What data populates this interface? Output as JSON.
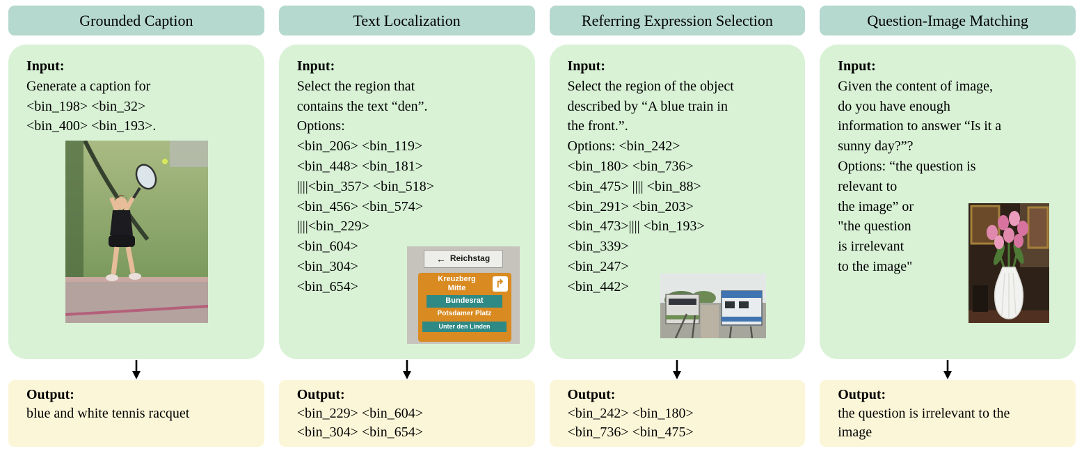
{
  "colors": {
    "header_bg": "#b5d8cf",
    "input_bg": "#d9f2d6",
    "output_bg": "#fcf6d8",
    "sign_orange": "#d98a20",
    "sign_teal": "#2f8a85"
  },
  "icons": {
    "left_arrow": "←",
    "turn_right_arrow": "↱"
  },
  "figure": {
    "columns": [
      {
        "title": "Grounded Caption",
        "input_label": "Input:",
        "input_text": "Generate a caption for\n<bin_198> <bin_32>\n<bin_400> <bin_193>.",
        "output_label": "Output:",
        "output_text": "blue and white tennis racquet",
        "image_alt": "woman in black outfit swinging a tennis racquet on a court"
      },
      {
        "title": "Text Localization",
        "input_label": "Input:",
        "input_text": "Select the region that\ncontains the text “den”.\nOptions:\n<bin_206> <bin_119>\n<bin_448> <bin_181>\n||||<bin_357> <bin_518>\n<bin_456> <bin_574>\n||||<bin_229>\n<bin_604>\n<bin_304>\n<bin_654>",
        "output_label": "Output:",
        "output_text": "<bin_229> <bin_604>\n<bin_304> <bin_654>",
        "image_alt": "street direction signs",
        "sign": {
          "reichstag": "Reichstag",
          "kreuzberg": "Kreuzberg",
          "mitte": "Mitte",
          "bundesrat": "Bundesrat",
          "potsdamer_platz": "Potsdamer Platz",
          "unter_den_linden": "Unter den Linden"
        }
      },
      {
        "title": "Referring Expression Selection",
        "input_label": "Input:",
        "input_text": "Select the region of the object\ndescribed by “A blue train in\nthe front.”.\nOptions: <bin_242>\n<bin_180> <bin_736>\n<bin_475> |||| <bin_88>\n<bin_291> <bin_203>\n<bin_473>|||| <bin_193>\n<bin_339>\n<bin_247>\n<bin_442>",
        "output_label": "Output:",
        "output_text": "<bin_242> <bin_180>\n<bin_736> <bin_475>",
        "image_alt": "trains at a railway station"
      },
      {
        "title": "Question-Image Matching",
        "input_label": "Input:",
        "input_text": "Given the content of image,\ndo you have enough\ninformation to answer “Is it a\nsunny day?”?\nOptions: “the question is\nrelevant to\nthe image” or\n\"the question\nis irrelevant\nto the image\"",
        "output_label": "Output:",
        "output_text": "the question is irrelevant to the\nimage",
        "image_alt": "pink tulips in a white vase"
      }
    ]
  }
}
